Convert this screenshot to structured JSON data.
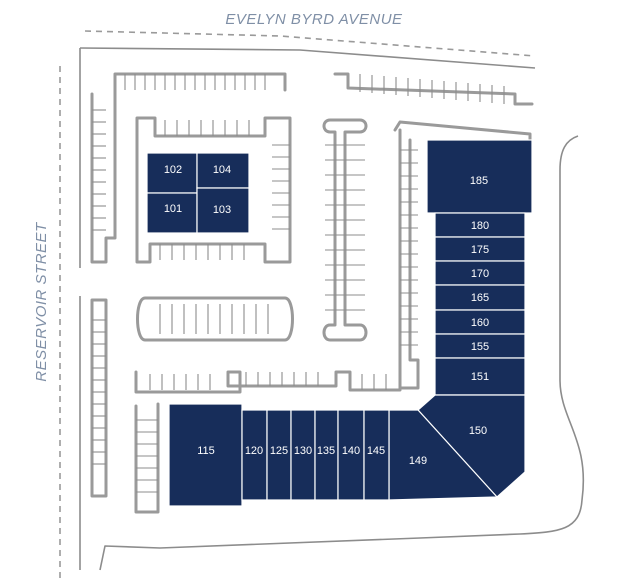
{
  "streets": {
    "north": "EVELYN BYRD AVENUE",
    "west": "RESERVOIR STREET"
  },
  "colors": {
    "unit_fill": "#172d5a",
    "street_label": "#7f8fa6",
    "lot_lines": "#9a9a9a"
  },
  "units": {
    "u101": "101",
    "u102": "102",
    "u103": "103",
    "u104": "104",
    "u115": "115",
    "u120": "120",
    "u125": "125",
    "u130": "130",
    "u135": "135",
    "u140": "140",
    "u145": "145",
    "u149": "149",
    "u150": "150",
    "u151": "151",
    "u155": "155",
    "u160": "160",
    "u165": "165",
    "u170": "170",
    "u175": "175",
    "u180": "180",
    "u185": "185"
  }
}
